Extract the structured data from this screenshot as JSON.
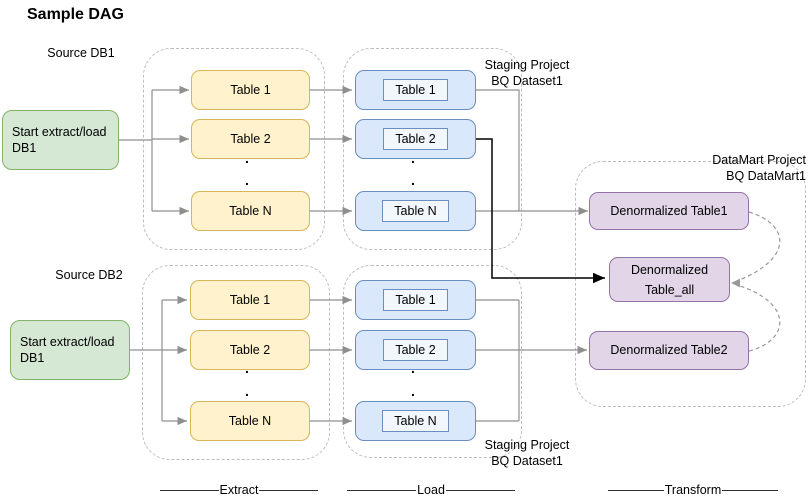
{
  "title": "Sample DAG",
  "colors": {
    "green_fill": "#d5e8d4",
    "green_stroke": "#82b366",
    "yellow_fill": "#fff2cc",
    "yellow_stroke": "#d6b656",
    "blue_fill": "#dae8fc",
    "blue_stroke": "#6c8ebf",
    "blue_inner_fill": "#f2f7fd",
    "purple_fill": "#e1d5e7",
    "purple_stroke": "#9673a6",
    "container_stroke": "#bdbdbd",
    "connector_gray": "#8f8f8f",
    "connector_black": "#000000",
    "dashed_curve": "#999999"
  },
  "labels": {
    "source_db1": "Source DB1",
    "source_db2": "Source DB2",
    "staging_top": [
      "Staging Project",
      "BQ Dataset1"
    ],
    "staging_bottom": [
      "Staging Project",
      "BQ Dataset1"
    ],
    "datamart": [
      "DataMart Project",
      "BQ DataMart1"
    ]
  },
  "nodes": {
    "start_db1": "Start extract/load DB1",
    "start_db2": "Start extract/load DB1",
    "denorm_table1": "Denormalized Table1",
    "denorm_table_all": "Denormalized Table_all",
    "denorm_table2": "Denormalized Table2"
  },
  "tables": {
    "t1": "Table 1",
    "t2": "Table 2",
    "tn": "Table N"
  },
  "glyphs": {
    "dot": "."
  },
  "legend": {
    "extract": "Extract",
    "load": "Load",
    "transform": "Transform"
  }
}
